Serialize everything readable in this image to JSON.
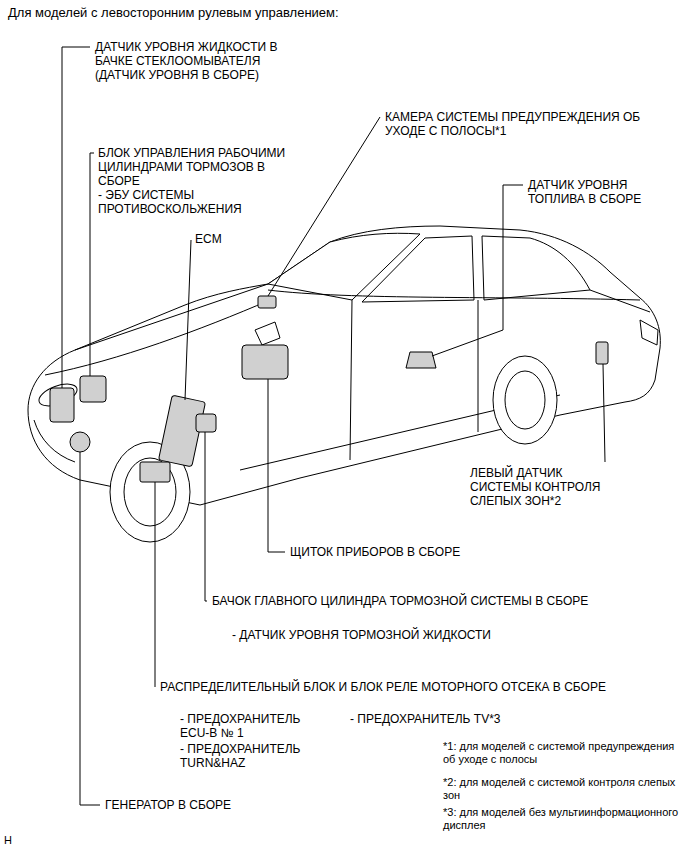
{
  "diagram": {
    "title": "Для моделей с левосторонним рулевым управлением:",
    "labels": [
      "ДАТЧИК УРОВНЯ ЖИДКОСТИ В БАЧКЕ СТЕКЛООМЫВАТЕЛЯ (ДАТЧИК УРОВНЯ В СБОРЕ)",
      "БЛОК УПРАВЛЕНИЯ РАБОЧИМИ ЦИЛИНДРАМИ ТОРМОЗОВ В СБОРЕ",
      "- ЭБУ СИСТЕМЫ ПРОТИВОСКОЛЬЖЕНИЯ",
      "ECM",
      "КАМЕРА СИСТЕМЫ ПРЕДУПРЕЖДЕНИЯ ОБ УХОДЕ С ПОЛОСЫ*1",
      "ДАТЧИК УРОВНЯ ТОПЛИВА В СБОРЕ",
      "ЛЕВЫЙ ДАТЧИК СИСТЕМЫ КОНТРОЛЯ СЛЕПЫХ ЗОН*2",
      "ЩИТОК ПРИБОРОВ В СБОРЕ",
      "БАЧОК ГЛАВНОГО ЦИЛИНДРА ТОРМОЗНОЙ СИСТЕМЫ В СБОРЕ",
      "- ДАТЧИК УРОВНЯ ТОРМОЗНОЙ ЖИДКОСТИ",
      "РАСПРЕДЕЛИТЕЛЬНЫЙ БЛОК И БЛОК РЕЛЕ МОТОРНОГО ОТСЕКА В СБОРЕ",
      "- ПРЕДОХРАНИТЕЛЬ ECU-B № 1",
      "- ПРЕДОХРАНИТЕЛЬ TURN&HAZ",
      "- ПРЕДОХРАНИТЕЛЬ TV*3",
      "*1: для моделей с системой предупреждения об уходе с полосы",
      "*2: для моделей с системой контроля слепых зон",
      "*3: для моделей без мультиинформационного дисплея",
      "ГЕНЕРАТОР В СБОРЕ",
      "H"
    ]
  }
}
